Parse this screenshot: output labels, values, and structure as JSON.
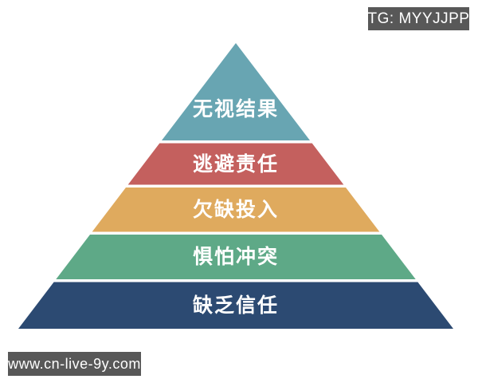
{
  "page": {
    "background_color": "#ffffff",
    "text_color": "#ffffff"
  },
  "watermarks": {
    "top_right": {
      "label": "TG: MYYJJPP",
      "bg": "#585858",
      "color": "#ffffff"
    },
    "bottom_left": {
      "label": "www.cn-live-9y.com",
      "bg": "#585858",
      "color": "#ffffff"
    }
  },
  "chart_data": {
    "type": "pyramid",
    "title": "",
    "legend": "none",
    "levels": [
      {
        "position": 1,
        "label": "无视结果",
        "color": "#68a5b2"
      },
      {
        "position": 2,
        "label": "逃避责任",
        "color": "#c4605e"
      },
      {
        "position": 3,
        "label": "欠缺投入",
        "color": "#dfaa5e"
      },
      {
        "position": 4,
        "label": "惧怕冲突",
        "color": "#5ea987"
      },
      {
        "position": 5,
        "label": "缺乏信任",
        "color": "#2c4a72"
      }
    ]
  }
}
